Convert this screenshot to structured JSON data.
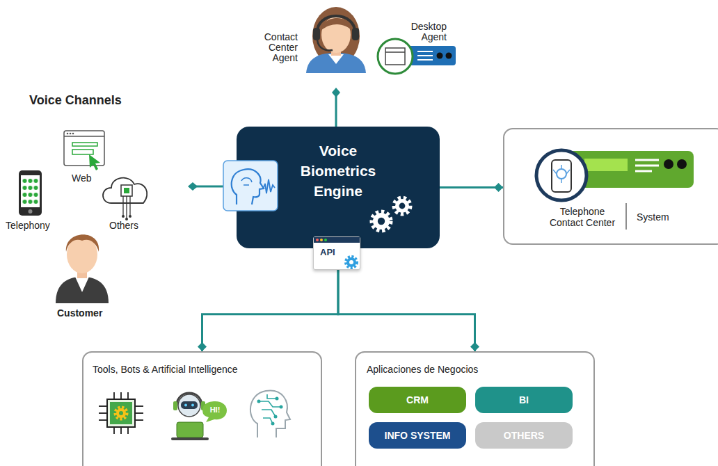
{
  "diagram": {
    "nodes": [
      {
        "text": [
          "Voice Biometrics Engine"
        ]
      },
      {
        "text": [
          "Telephone Contact Center",
          "System"
        ]
      },
      {
        "text": [
          "Tools, Bots & Artificial Intelligence"
        ]
      },
      {
        "text": [
          "Aplicaciones de Negocios"
        ]
      },
      {
        "text": [
          "CRM"
        ],
        "in": 3
      },
      {
        "text": [
          "BI"
        ],
        "in": 3
      },
      {
        "text": [
          "INFO SYSTEM"
        ],
        "in": 3
      },
      {
        "text": [
          "OTHERS"
        ],
        "in": 3
      }
    ],
    "edges": [
      {
        "from": 0,
        "to": 1,
        "arrow": "to"
      },
      {
        "from": 0,
        "to": 2,
        "arrow": "to"
      },
      {
        "from": 0,
        "to": 3,
        "arrow": "to"
      }
    ],
    "labels": [
      "Contact Center Agent",
      "Desktop Agent",
      "Voice Channels",
      "Web",
      "Telephony",
      "Others",
      "Customer",
      "API",
      "HI!"
    ]
  }
}
